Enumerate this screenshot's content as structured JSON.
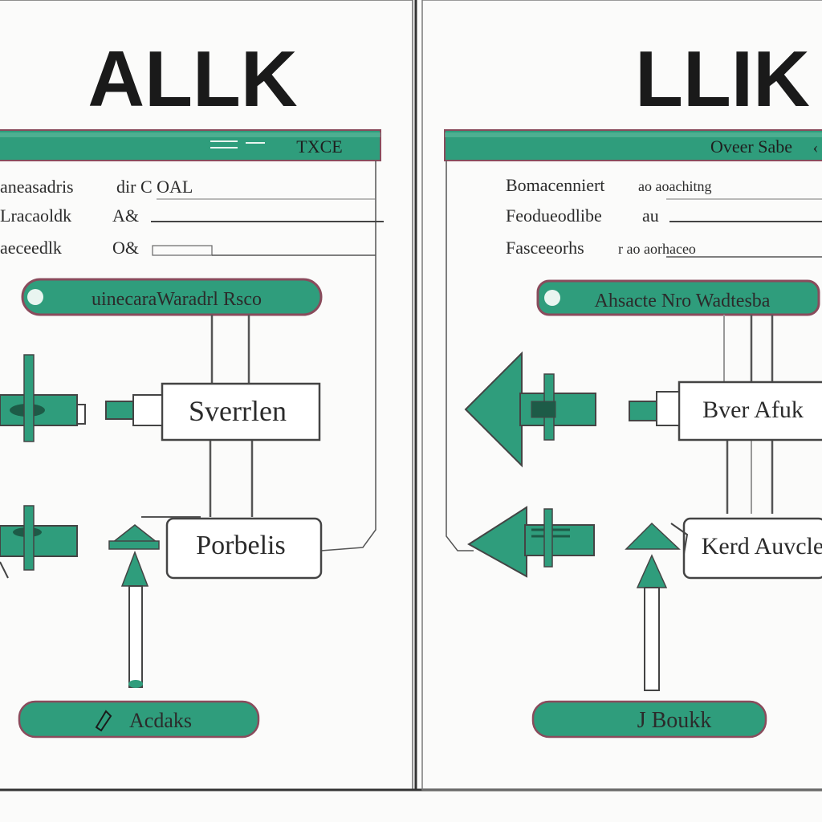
{
  "colors": {
    "accent": "#2f9d7c",
    "accent_dark": "#1f7a60",
    "pill_border": "#8a4b5c",
    "line": "#3a3a3a",
    "panel_bg": "#fbfbfa"
  },
  "left": {
    "title": "ALLK",
    "header_label": "TXCE",
    "rows": [
      {
        "label": "aneasadris",
        "value": "dir  C OAL"
      },
      {
        "label": "Lracaoldk",
        "value": "A&"
      },
      {
        "label": "aeceedlk",
        "value": "O&"
      }
    ],
    "pill_label": "uinecaraWaradrl Rsco",
    "nodes": [
      {
        "label": "Sverrlen"
      },
      {
        "label": "Porbelis"
      }
    ],
    "bottom_button": "Acdaks",
    "bottom_icon": "pencil-icon"
  },
  "right": {
    "title": "LLIK",
    "header_label": "Oveer Sabe",
    "rows": [
      {
        "label": "Bomacenniert",
        "value": "ao  aoachitng"
      },
      {
        "label": "Feodueodlibe",
        "value": "au"
      },
      {
        "label": "Fasceeorhs",
        "value": "r ao aorhaceo"
      }
    ],
    "pill_label": "Ahsacte Nro Wadtesba",
    "nodes": [
      {
        "label": "Bver Afuk"
      },
      {
        "label": "Kerd Auvcle"
      }
    ],
    "bottom_button": "J Boukk",
    "bottom_icon": "hook-icon"
  }
}
